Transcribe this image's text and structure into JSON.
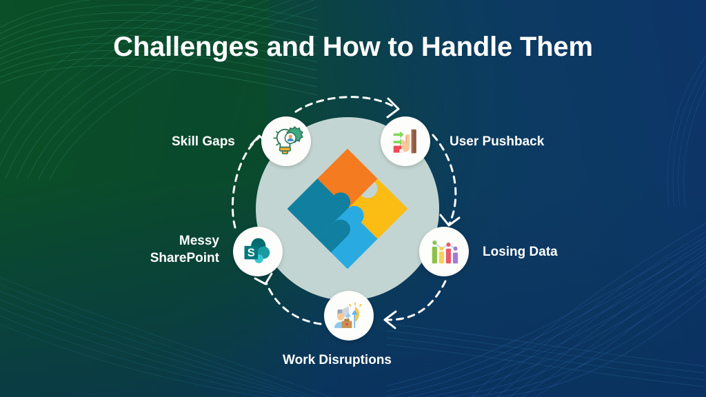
{
  "slide": {
    "title": "Challenges and How to Handle Them",
    "background": {
      "green": "#0b4d27",
      "teal": "#0a4734",
      "navy": "#0d3569",
      "line_color": "#2f7f6a"
    },
    "hub_color": "#c3d5d2",
    "node_bg": "#fdfdfb",
    "arrow_color": "#ffffff"
  },
  "center": {
    "name": "puzzle-diamond",
    "pieces": [
      {
        "position": "top",
        "color": "#fbbc14"
      },
      {
        "position": "left",
        "color": "#f47b20"
      },
      {
        "position": "right",
        "color": "#29abe2"
      },
      {
        "position": "bottom",
        "color": "#1180a0"
      }
    ]
  },
  "nodes": [
    {
      "id": "skill-gaps",
      "label": "Skill Gaps",
      "icon": "lightbulb-gear-person-icon",
      "label_lines": [
        "Skill Gaps"
      ],
      "colors": {
        "primary": "#3fa882",
        "accent": "#f7a93b",
        "person": "#4a90c4"
      }
    },
    {
      "id": "user-pushback",
      "label": "User Pushback",
      "icon": "hand-pushing-wall-icon",
      "label_lines": [
        "User Pushback"
      ],
      "colors": {
        "primary": "#8c5a42",
        "accent": "#7ed957",
        "cuff": "#e8414a"
      }
    },
    {
      "id": "losing-data",
      "label": "Losing Data",
      "icon": "bar-chart-icon",
      "label_lines": [
        "Losing Data"
      ],
      "colors": {
        "green": "#8bc34a",
        "yellow": "#f7d154",
        "red": "#e9596b",
        "purple": "#a07bd4"
      }
    },
    {
      "id": "work-disruptions",
      "label": "Work Disruptions",
      "icon": "megaphone-briefcase-person-icon",
      "label_lines": [
        "Work Disruptions"
      ],
      "colors": {
        "primary": "#66b3e8",
        "accent": "#f6c445",
        "briefcase": "#c89456"
      }
    },
    {
      "id": "messy-sharepoint",
      "label": "Messy SharePoint",
      "icon": "sharepoint-logo-icon",
      "label_lines": [
        "Messy",
        "SharePoint"
      ],
      "colors": {
        "dark": "#136b72",
        "mid": "#0f7b8a",
        "light": "#22b3c4"
      }
    }
  ],
  "connectors": [
    {
      "from": "skill-gaps",
      "to": "user-pushback",
      "style": "dashed-arrow"
    },
    {
      "from": "user-pushback",
      "to": "losing-data",
      "style": "dashed-arrow"
    },
    {
      "from": "losing-data",
      "to": "work-disruptions",
      "style": "dashed-arrow"
    },
    {
      "from": "work-disruptions",
      "to": "messy-sharepoint",
      "style": "dashed-arrow"
    },
    {
      "from": "messy-sharepoint",
      "to": "skill-gaps",
      "style": "dashed-arrow"
    }
  ]
}
